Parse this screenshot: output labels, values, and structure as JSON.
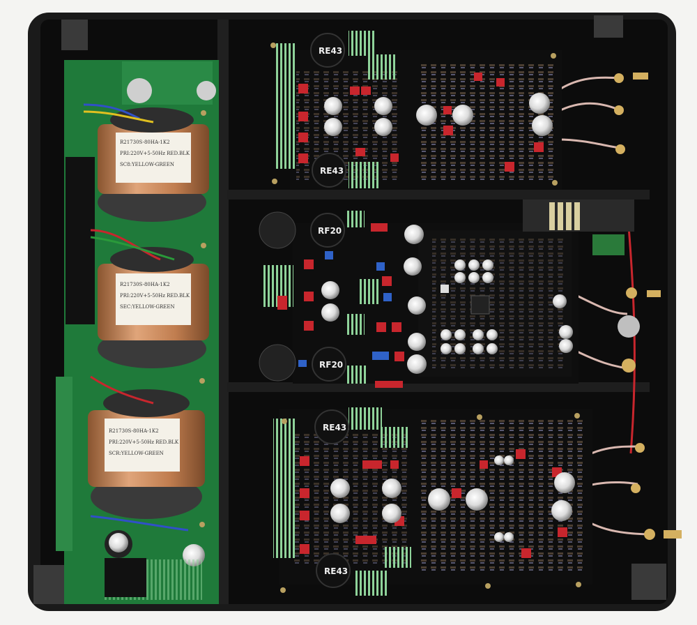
{
  "photo": {
    "subject": "top-down view of open audio amplifier chassis",
    "colors": {
      "chassis": "#141414",
      "pcb_green": "#1f7a3a",
      "pcb_black": "#0e0e0e",
      "capacitor_red": "#c8262d",
      "copper": "#c98a5a",
      "heatsink_green": "#8fd39a"
    }
  },
  "labels": {
    "top_choke_1": "RE43",
    "top_choke_2": "RE43",
    "mid_choke_1": "RF20",
    "mid_choke_2": "RF20",
    "bot_choke_1": "RE43",
    "bot_choke_2": "RE43"
  },
  "transformer_labels": {
    "t1": [
      "R21730S-80HA-1K2",
      "PRI:220V+5-50Hz RED.BLK",
      "SC8:YELLOW-GREEN"
    ],
    "t2": [
      "R21730S-80HA-1K2",
      "PRI:220V+5-50Hz RED.BLK",
      "SEC:YELLOW-GREEN"
    ],
    "t3": [
      "R21730S-80HA-1K2",
      "PRI:220V+5-50Hz RED.BLK",
      "SCR:YELLOW-GREEN"
    ]
  }
}
